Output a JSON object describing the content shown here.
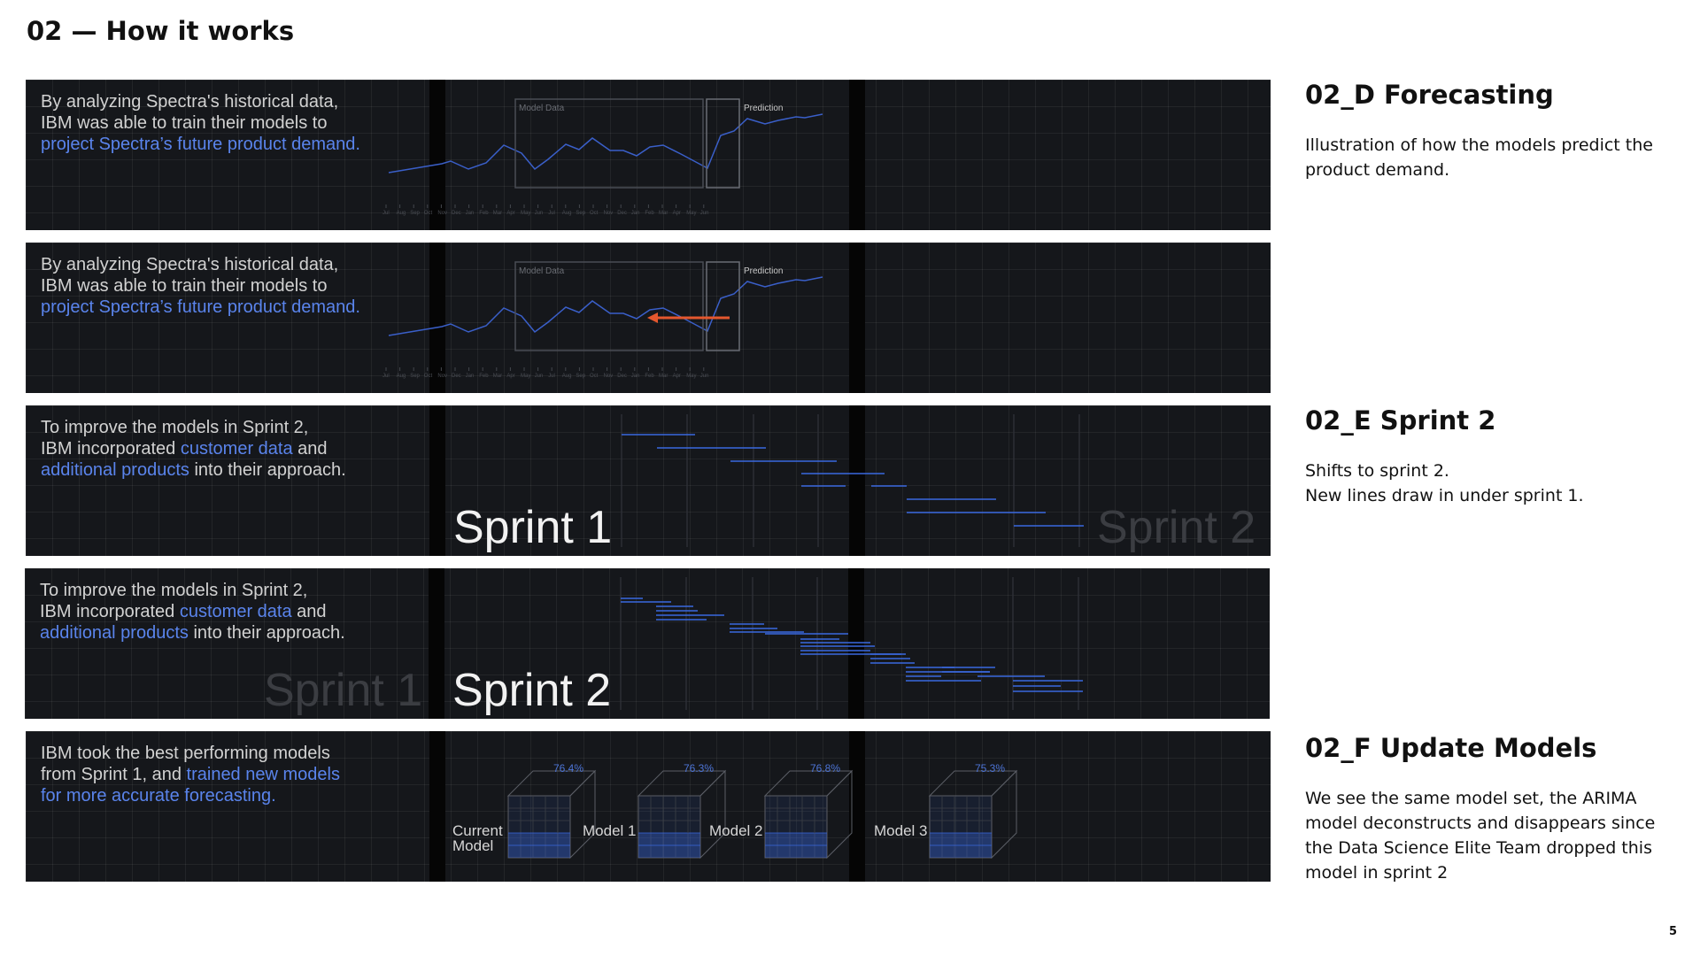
{
  "page": {
    "title": "02 — How it works",
    "number": "5"
  },
  "frames": [
    {
      "text": [
        [
          {
            "t": "By analyzing Spectra's historical data,"
          }
        ],
        [
          {
            "t": "IBM was able to train their models to"
          }
        ],
        [
          {
            "t": "project Spectra’s future product demand.",
            "hl": true
          }
        ]
      ],
      "model_data_label": "Model Data",
      "prediction_label": "Prediction",
      "months": [
        "Jul",
        "Aug",
        "Sep",
        "Oct",
        "Nov",
        "Dec",
        "Jan",
        "Feb",
        "Mar",
        "Apr",
        "May",
        "Jun",
        "Jul",
        "Aug",
        "Sep",
        "Oct",
        "Nov",
        "Dec",
        "Jan",
        "Feb",
        "Mar",
        "Apr",
        "May",
        "Jun"
      ]
    },
    {
      "text": [
        [
          {
            "t": "By analyzing Spectra's historical data,"
          }
        ],
        [
          {
            "t": "IBM was able to train their models to"
          }
        ],
        [
          {
            "t": "project Spectra’s future product demand.",
            "hl": true
          }
        ]
      ],
      "model_data_label": "Model Data",
      "prediction_label": "Prediction",
      "months": [
        "Jul",
        "Aug",
        "Sep",
        "Oct",
        "Nov",
        "Dec",
        "Jan",
        "Feb",
        "Mar",
        "Apr",
        "May",
        "Jun",
        "Jul",
        "Aug",
        "Sep",
        "Oct",
        "Nov",
        "Dec",
        "Jan",
        "Feb",
        "Mar",
        "Apr",
        "May",
        "Jun"
      ]
    },
    {
      "text": [
        [
          {
            "t": "To improve the models in Sprint 2,"
          }
        ],
        [
          {
            "t": "IBM incorporated "
          },
          {
            "t": "customer data",
            "hl": true
          },
          {
            "t": " and"
          }
        ],
        [
          {
            "t": "additional products",
            "hl": true
          },
          {
            "t": " into their approach."
          }
        ]
      ],
      "label_main": "Sprint 1",
      "label_ghost": "Sprint 2"
    },
    {
      "text": [
        [
          {
            "t": "To improve the models in Sprint 2,"
          }
        ],
        [
          {
            "t": "IBM incorporated "
          },
          {
            "t": "customer data",
            "hl": true
          },
          {
            "t": " and"
          }
        ],
        [
          {
            "t": "additional products",
            "hl": true
          },
          {
            "t": " into their approach."
          }
        ]
      ],
      "label_main": "Sprint 2",
      "label_ghost": "Sprint 1"
    },
    {
      "text": [
        [
          {
            "t": "IBM took the best performing models"
          }
        ],
        [
          {
            "t": "from Sprint 1, and "
          },
          {
            "t": "trained new models",
            "hl": true
          }
        ],
        [
          {
            "t": "for more accurate forecasting.",
            "hl": true
          }
        ]
      ],
      "models": [
        {
          "label": "Current\nModel",
          "accuracy": "76.4%"
        },
        {
          "label": "Model 1",
          "accuracy": "76.3%"
        },
        {
          "label": "Model 2",
          "accuracy": "76.8%"
        },
        {
          "label": "Model 3",
          "accuracy": "75.3%"
        }
      ]
    }
  ],
  "notes": [
    {
      "title": "02_D Forecasting",
      "body": [
        "Illustration of how the models predict the",
        "product demand."
      ]
    },
    {
      "title": "02_E Sprint 2",
      "body": [
        "Shifts to sprint 2.",
        "New lines draw in under sprint 1."
      ]
    },
    {
      "title": "02_F Update Models",
      "body": [
        "We see the same model set, the ARIMA",
        "model deconstructs and disappears since",
        "the Data Science Elite Team dropped this",
        "model in sprint 2"
      ]
    }
  ],
  "colors": {
    "accent_blue": "#5a84ec",
    "arrow_orange": "#e4572e",
    "frame_bg": "#15171b"
  }
}
